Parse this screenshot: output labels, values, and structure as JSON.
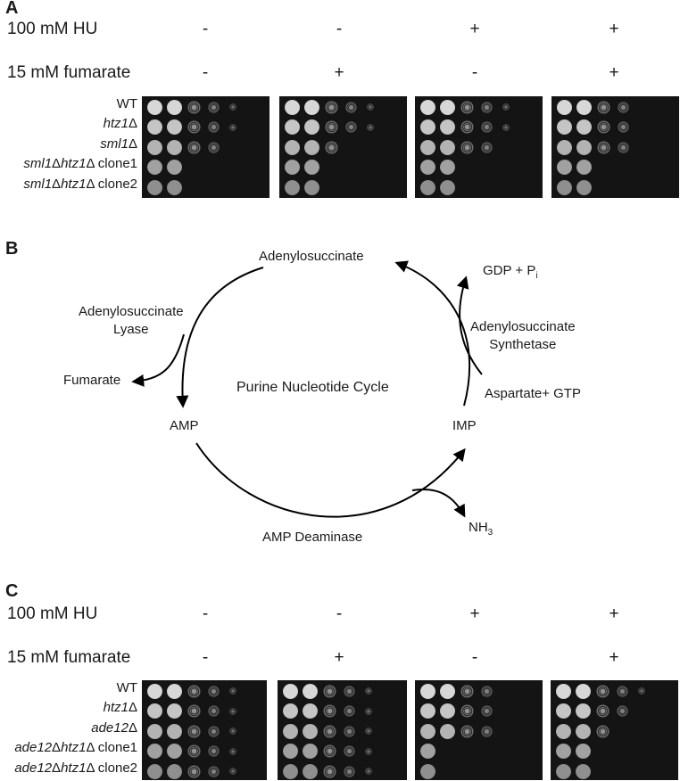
{
  "panels": {
    "a": {
      "letter": "A",
      "hu_label": "100 mM HU",
      "fumarate_label": "15 mM fumarate",
      "hu_signs": [
        "-",
        "-",
        "+",
        "+"
      ],
      "fumarate_signs": [
        "-",
        "+",
        "-",
        "+"
      ],
      "strains": [
        {
          "pre": "",
          "gene": "",
          "mid": "WT",
          "gene2": "",
          "post": ""
        },
        {
          "pre": "",
          "gene": "htz1",
          "mid": "Δ",
          "gene2": "",
          "post": ""
        },
        {
          "pre": "",
          "gene": "sml1",
          "mid": "Δ",
          "gene2": "",
          "post": ""
        },
        {
          "pre": "",
          "gene": "sml1",
          "mid": "Δ",
          "gene2": "htz1",
          "post": "Δ clone1"
        },
        {
          "pre": "",
          "gene": "sml1",
          "mid": "Δ",
          "gene2": "htz1",
          "post": "Δ clone2"
        }
      ],
      "growth_levels": [
        [
          5,
          5,
          5,
          4
        ],
        [
          5,
          5,
          5,
          4
        ],
        [
          4,
          3,
          4,
          4
        ],
        [
          2,
          2,
          2,
          2
        ],
        [
          2,
          2,
          2,
          2
        ]
      ]
    },
    "b": {
      "letter": "B",
      "center": "Purine Nucleotide Cycle",
      "adenylosuccinate": "Adenylosuccinate",
      "amp": "AMP",
      "imp": "IMP",
      "lyase": [
        "Adenylosuccinate",
        "Lyase"
      ],
      "fumarate": "Fumarate",
      "synthetase": [
        "Adenylosuccinate",
        "Synthetase"
      ],
      "gdp": "GDP + P",
      "gdp_sub": "i",
      "aspartate": "Aspartate+ GTP",
      "deaminase": "AMP Deaminase",
      "nh3": "NH",
      "nh3_sub": "3"
    },
    "c": {
      "letter": "C",
      "hu_label": "100 mM HU",
      "fumarate_label": "15 mM fumarate",
      "hu_signs": [
        "-",
        "-",
        "+",
        "+"
      ],
      "fumarate_signs": [
        "-",
        "+",
        "-",
        "+"
      ],
      "strains": [
        {
          "pre": "",
          "gene": "",
          "mid": "WT",
          "gene2": "",
          "post": ""
        },
        {
          "pre": "",
          "gene": "htz1",
          "mid": "Δ",
          "gene2": "",
          "post": ""
        },
        {
          "pre": "",
          "gene": "ade12",
          "mid": "Δ",
          "gene2": "",
          "post": ""
        },
        {
          "pre": "",
          "gene": "ade12",
          "mid": "Δ",
          "gene2": "htz1",
          "post": "Δ clone1"
        },
        {
          "pre": "",
          "gene": "ade12",
          "mid": "Δ",
          "gene2": "htz1",
          "post": "Δ clone2"
        }
      ],
      "growth_levels": [
        [
          5,
          5,
          4,
          5
        ],
        [
          5,
          5,
          4,
          4
        ],
        [
          5,
          5,
          4,
          3
        ],
        [
          5,
          5,
          1,
          2
        ],
        [
          5,
          5,
          1,
          2
        ]
      ]
    }
  }
}
